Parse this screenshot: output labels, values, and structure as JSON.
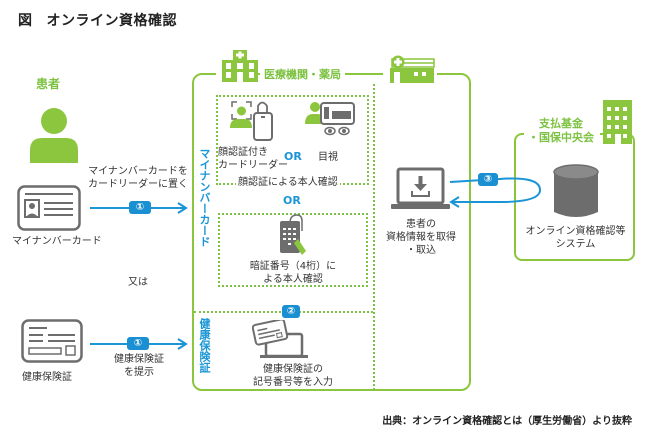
{
  "title": {
    "prefix": "図",
    "text": "オンライン資格確認"
  },
  "patient": {
    "label": "患者",
    "mynumber_card_label": "マイナンバーカード",
    "mynumber_action": [
      "マイナンバーカードを",
      "カードリーダーに置く"
    ],
    "or_label": "又は",
    "insurance_card_label": "健康保険証",
    "insurance_action": [
      "健康保険証",
      "を提示"
    ]
  },
  "steps": {
    "step1": "①",
    "step2": "②",
    "step3": "③"
  },
  "facility": {
    "label": "医療機関・薬局",
    "mynumber_vertical": "マイナンバーカード",
    "insurance_vertical": "健康保険証",
    "face_reader_label": [
      "顔認証付き",
      "カードリーダー"
    ],
    "or_label": "OR",
    "visual_label": "目視",
    "face_confirm_label": "顔認証による本人確認",
    "or_label_2": "OR",
    "pin_label": [
      "暗証番号（4桁）に",
      "よる本人確認"
    ],
    "insurance_input_label": [
      "健康保険証の",
      "記号番号等を入力"
    ],
    "fetch_label": [
      "患者の",
      "資格情報を取得",
      "・取込"
    ]
  },
  "fund": {
    "label": [
      "支払基金",
      "・国保中央会"
    ],
    "system_label": [
      "オンライン資格確認等",
      "システム"
    ]
  },
  "source": "出典：オンライン資格確認とは（厚生労働省）より抜粋",
  "colors": {
    "green": "#8cc63f",
    "blue": "#1a95d6",
    "gray": "#6d6d6d"
  }
}
